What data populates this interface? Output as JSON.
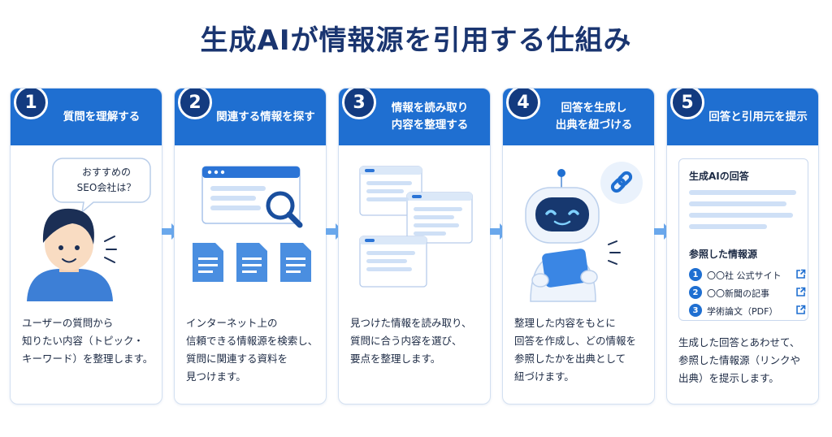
{
  "title": "生成AIが情報源を引用する仕組み",
  "colors": {
    "primary": "#1f6fd1",
    "dark": "#133b80",
    "light": "#dbe8f8",
    "arrow": "#6aa8ec"
  },
  "steps": [
    {
      "num": "1",
      "head": [
        "質問を理解する"
      ],
      "bubble": [
        "おすすめの",
        "SEO会社は？"
      ],
      "icon": "user-with-speech-bubble-icon",
      "desc": [
        "ユーザーの質問から",
        "知りたい内容（トピック・",
        "キーワード）を整理します。"
      ]
    },
    {
      "num": "2",
      "head": [
        "関連する情報を探す"
      ],
      "icon": "browser-search-documents-icon",
      "desc": [
        "インターネット上の",
        "信頼できる情報源を検索し、",
        "質問に関連する資料を",
        "見つけます。"
      ]
    },
    {
      "num": "3",
      "head": [
        "情報を読み取り",
        "内容を整理する"
      ],
      "icon": "stacked-documents-icon",
      "desc": [
        "見つけた情報を読み取り、",
        "質問に合う内容を選び、",
        "要点を整理します。"
      ]
    },
    {
      "num": "4",
      "head": [
        "回答を生成し",
        "出典を紐づける"
      ],
      "icon": "robot-with-link-icon",
      "desc": [
        "整理した内容をもとに",
        "回答を作成し、どの情報を",
        "参照したかを出典として",
        "紐づけます。"
      ]
    },
    {
      "num": "5",
      "head": [
        "回答と引用元を提示"
      ],
      "icon": "answer-with-sources-icon",
      "answer_title": "生成AIの回答",
      "sources_title": "参照した情報源",
      "sources": [
        {
          "num": "1",
          "label": "〇〇社 公式サイト"
        },
        {
          "num": "2",
          "label": "〇〇新聞の記事"
        },
        {
          "num": "3",
          "label": "学術論文（PDF）"
        }
      ],
      "desc": [
        "生成した回答とあわせて、",
        "参照した情報源（リンクや",
        "出典）を提示します。"
      ]
    }
  ]
}
